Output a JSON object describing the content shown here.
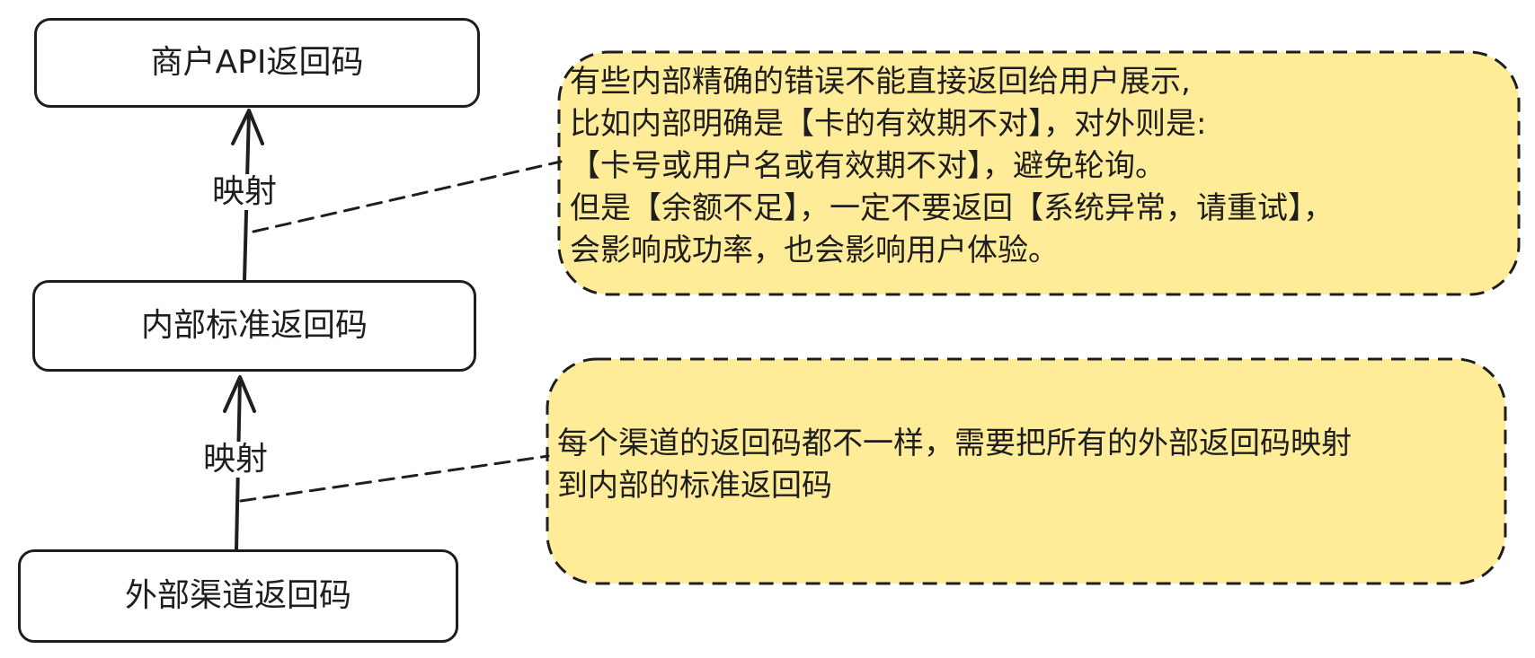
{
  "nodes": {
    "merchant_api": "商户API返回码",
    "internal_standard": "内部标准返回码",
    "external_channel": "外部渠道返回码"
  },
  "edges": {
    "upper_label": "映射",
    "lower_label": "映射"
  },
  "notes": {
    "upper": {
      "lines": [
        "有些内部精确的错误不能直接返回给用户展示,",
        "比如内部明确是【卡的有效期不对】，对外则是:",
        "【卡号或用户名或有效期不对】，避免轮询。",
        "但是【余额不足】，一定不要返回【系统异常，请重试】，",
        "会影响成功率，也会影响用户体验。"
      ]
    },
    "lower": {
      "lines": [
        "每个渠道的返回码都不一样，需要把所有的外部返回码映射",
        "到内部的标准返回码"
      ]
    }
  },
  "colors": {
    "stroke": "#1e1e1e",
    "note_fill": "#ffec99",
    "background": "#ffffff"
  }
}
